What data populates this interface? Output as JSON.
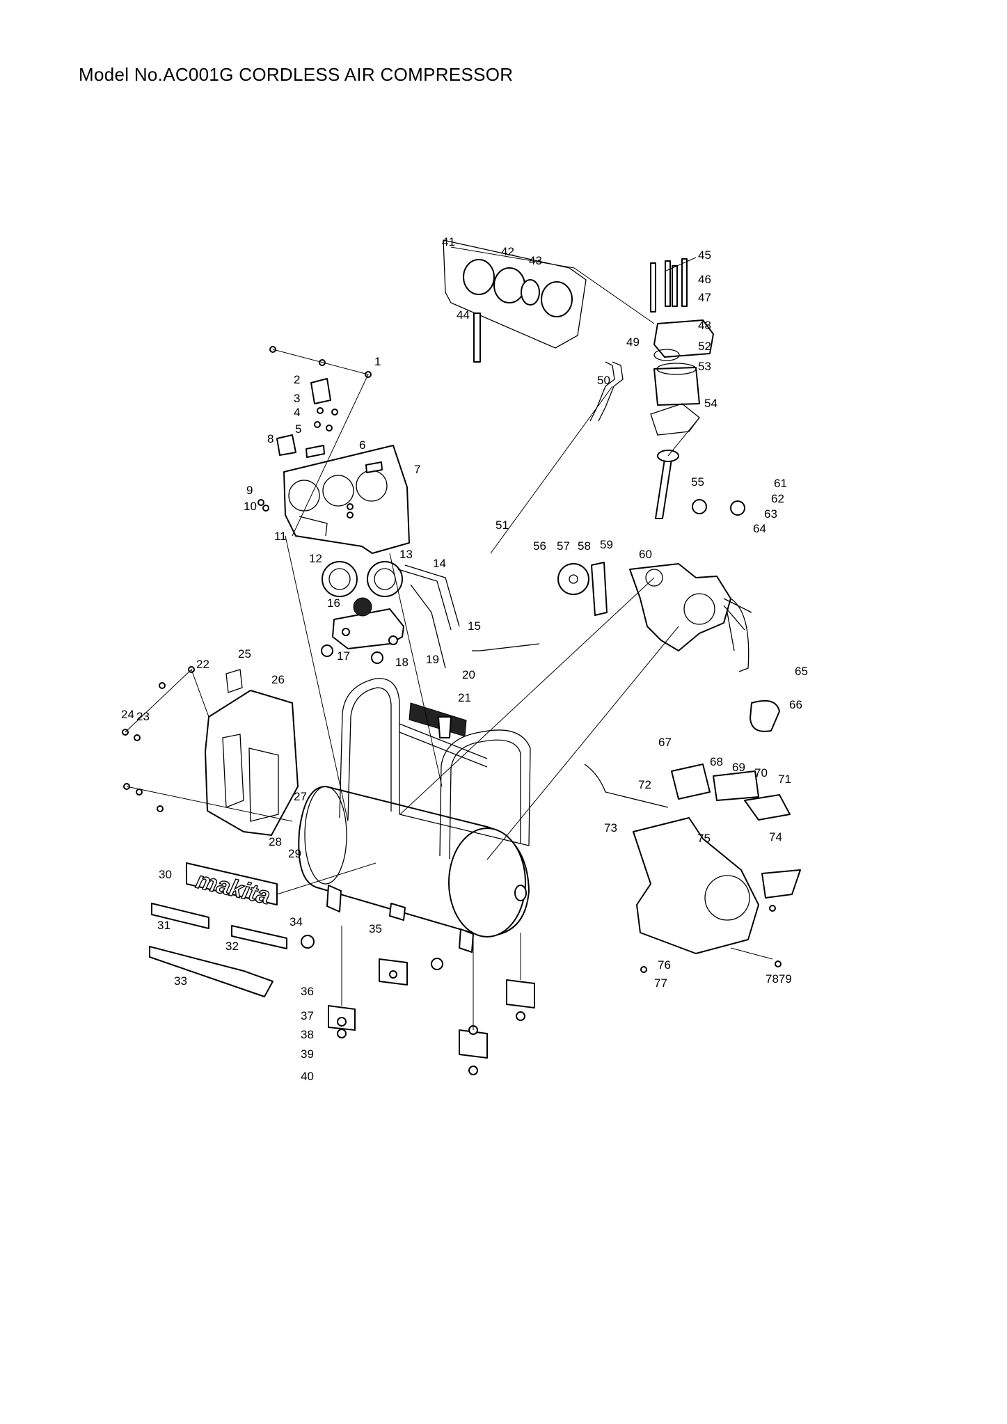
{
  "title": "Model No.AC001G CORDLESS AIR COMPRESSOR",
  "brand_label": "makita",
  "callouts": [
    "1",
    "2",
    "3",
    "4",
    "5",
    "6",
    "7",
    "8",
    "9",
    "10",
    "11",
    "12",
    "13",
    "14",
    "15",
    "16",
    "17",
    "18",
    "19",
    "20",
    "21",
    "22",
    "23",
    "24",
    "25",
    "26",
    "27",
    "28",
    "29",
    "30",
    "31",
    "32",
    "33",
    "34",
    "35",
    "36",
    "37",
    "38",
    "39",
    "40",
    "41",
    "42",
    "43",
    "44",
    "45",
    "46",
    "47",
    "48",
    "49",
    "50",
    "51",
    "52",
    "53",
    "54",
    "55",
    "56",
    "57",
    "58",
    "59",
    "60",
    "61",
    "62",
    "63",
    "64",
    "65",
    "66",
    "67",
    "68",
    "69",
    "70",
    "71",
    "72",
    "73",
    "74",
    "75",
    "76",
    "77",
    "7879"
  ]
}
